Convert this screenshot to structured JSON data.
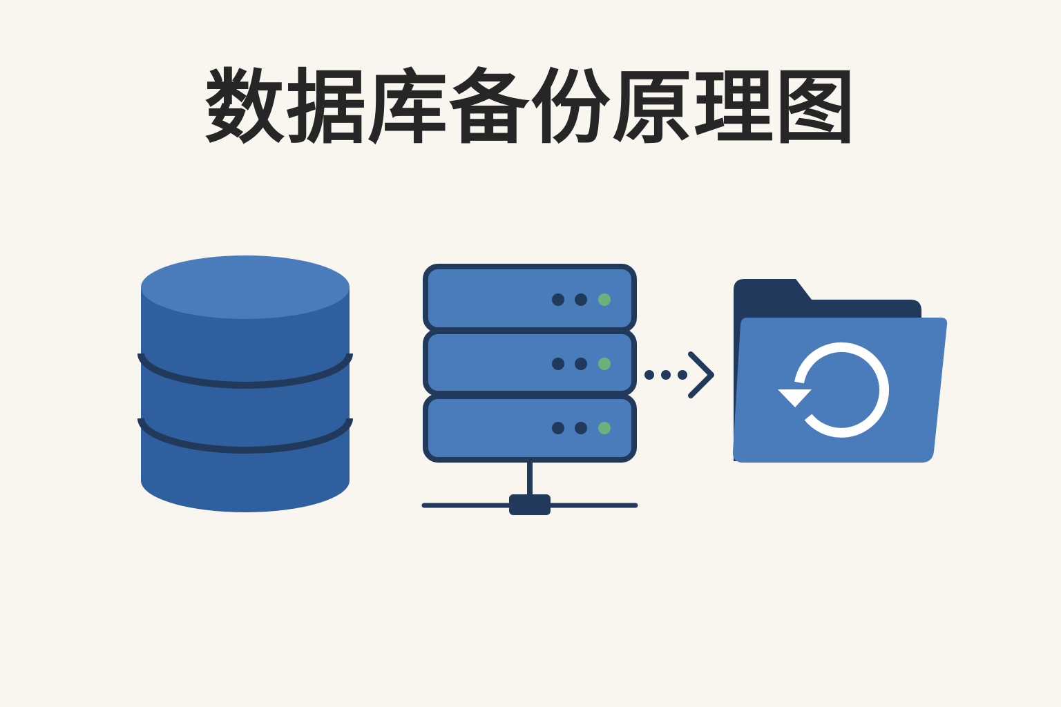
{
  "title": "数据库备份原理图",
  "colors": {
    "background": "#f9f5ef",
    "title": "#262626",
    "primary_blue": "#4a7cbc",
    "dark_blue": "#2f5f9e",
    "navy": "#213a5c",
    "status_green": "#6fb07a",
    "white": "#ffffff"
  },
  "icons": {
    "database": "database-icon",
    "server": "server-icon",
    "connector": "dotted-arrow-icon",
    "backup_folder": "folder-restore-icon"
  },
  "server": {
    "rack_units": 3,
    "indicator_lights_per_unit": 3
  }
}
